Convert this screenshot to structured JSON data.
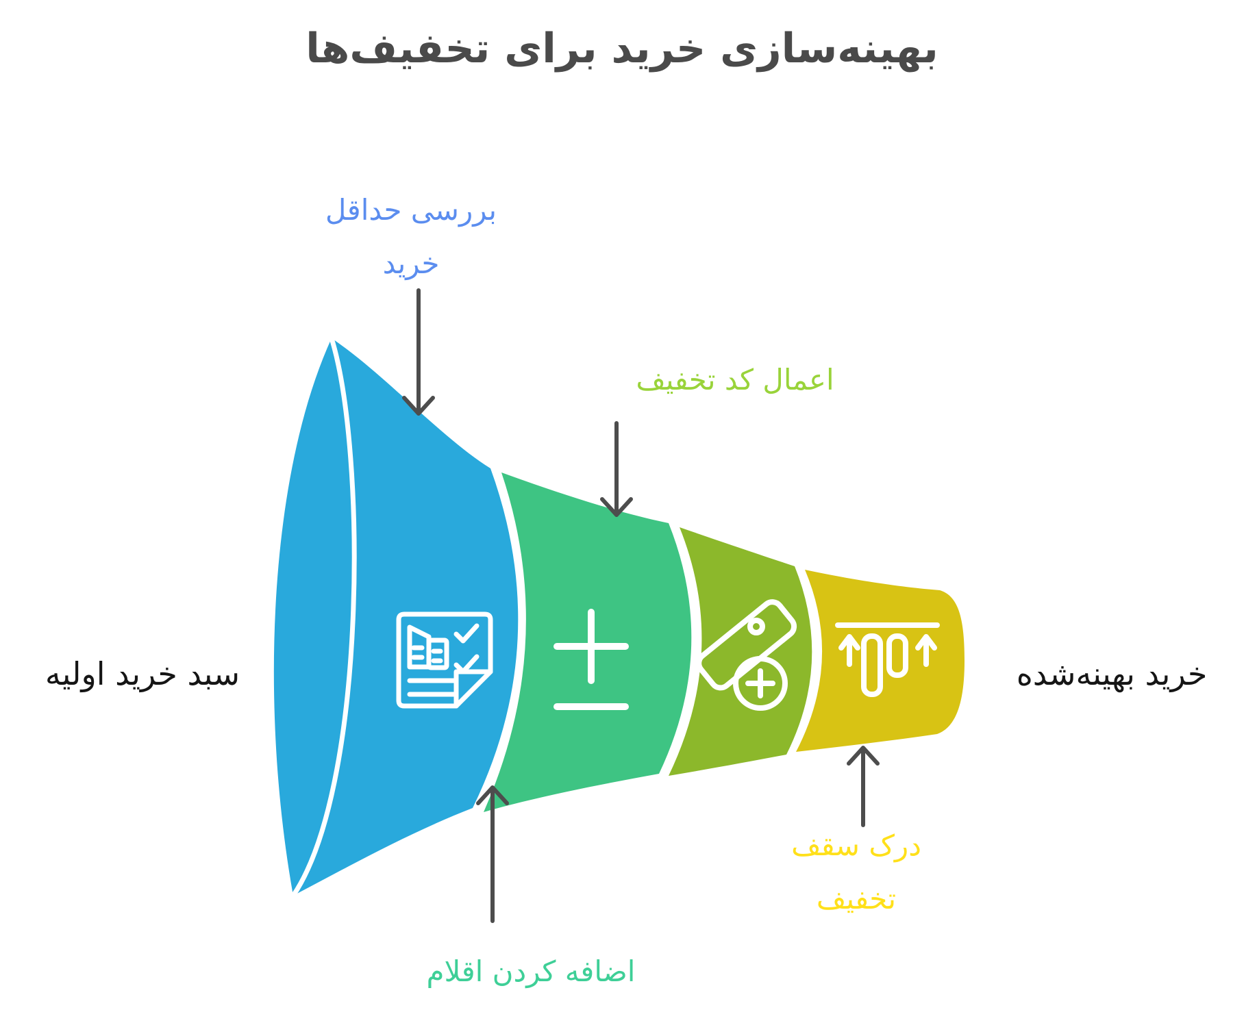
{
  "title": "بهینه‌سازی خرید برای تخفیف‌ها",
  "funnel": {
    "input_label": "سبد خرید اولیه",
    "output_label": "خرید بهینه‌شده",
    "arrow_color": "#4d4d4d",
    "title_color": "#4a4a4a",
    "stages": [
      {
        "label": "بررسی حداقل\nخرید",
        "color": "#29A9DC",
        "label_color": "#5B8DEF",
        "icon": "checklist-document-icon",
        "label_position": "top"
      },
      {
        "label": "اضافه کردن اقلام",
        "color": "#3EC483",
        "label_color": "#3ECF97",
        "icon": "plus-minus-icon",
        "label_position": "bottom"
      },
      {
        "label": "اعمال کد تخفیف",
        "color": "#8CB82B",
        "label_color": "#99D33A",
        "icon": "discount-tag-add-icon",
        "label_position": "top"
      },
      {
        "label": "درک سقف\nتخفیف",
        "color": "#D8C314",
        "label_color": "#FFE01A",
        "icon": "discount-cap-icon",
        "label_position": "bottom"
      }
    ]
  }
}
